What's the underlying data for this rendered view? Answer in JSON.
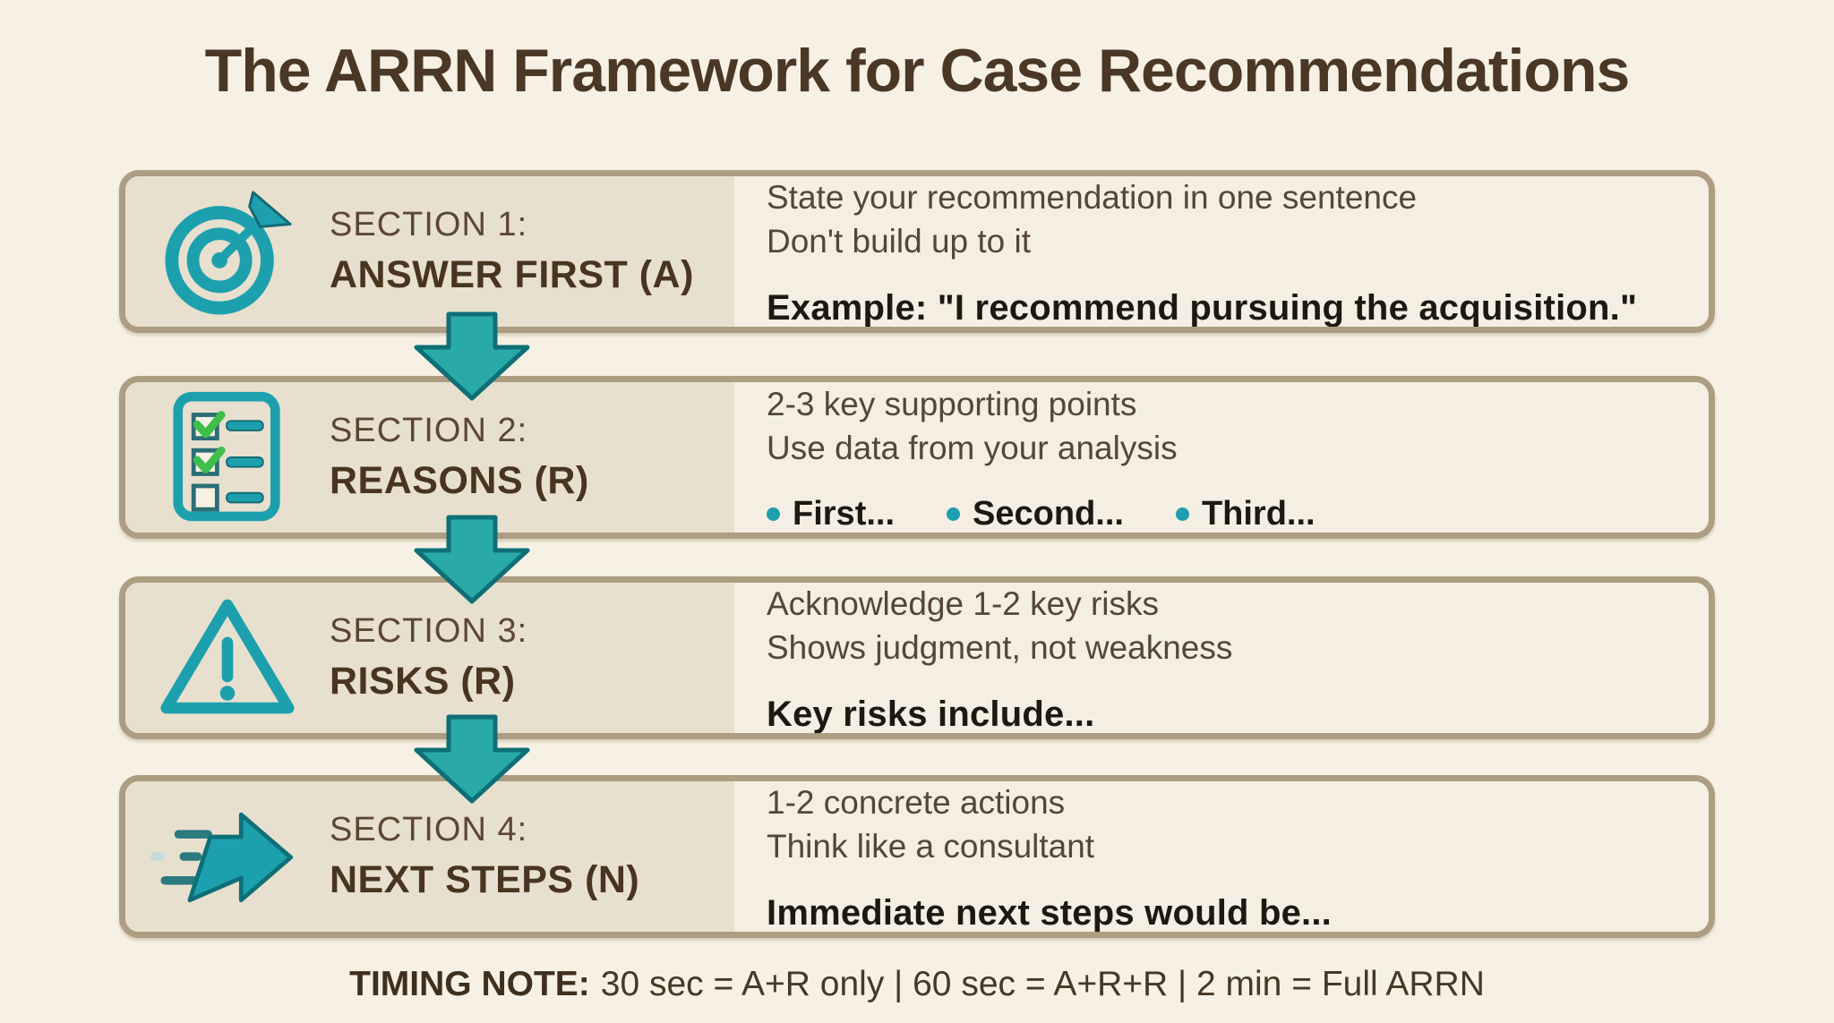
{
  "title": "The ARRN Framework for Case Recommendations",
  "sections": [
    {
      "label": "SECTION 1:",
      "name": "ANSWER FIRST (A)",
      "icon": "target-icon",
      "desc_lines": [
        "State your recommendation in one sentence",
        "Don't build up to it"
      ],
      "example": "Example: \"I recommend pursuing the acquisition.\""
    },
    {
      "label": "SECTION 2:",
      "name": "REASONS (R)",
      "icon": "checklist-icon",
      "desc_lines": [
        "2-3 key supporting points",
        "Use data from your analysis"
      ],
      "bullets": [
        "First...",
        "Second...",
        "Third..."
      ]
    },
    {
      "label": "SECTION 3:",
      "name": "RISKS (R)",
      "icon": "warning-icon",
      "desc_lines": [
        "Acknowledge 1-2 key risks",
        "Shows judgment, not weakness"
      ],
      "example": "Key risks include..."
    },
    {
      "label": "SECTION 4:",
      "name": "NEXT STEPS (N)",
      "icon": "fast-forward-arrow-icon",
      "desc_lines": [
        "1-2 concrete actions",
        "Think like a consultant"
      ],
      "example": "Immediate next steps would be..."
    }
  ],
  "timing_note": {
    "label": "TIMING NOTE:",
    "text": "30 sec = A+R only | 60 sec = A+R+R | 2 min = Full ARRN"
  },
  "colors": {
    "page_bg": "#f6f1e4",
    "row_border": "#ad9d81",
    "left_cell_bg": "#e8e0cf",
    "right_cell_bg": "#f4efe2",
    "teal_accent": "#1da0ad",
    "teal_dark": "#146a74",
    "green_check": "#3dbf4a",
    "title_text": "#4b3725",
    "body_text": "#554637",
    "bold_text": "#1e1812"
  }
}
